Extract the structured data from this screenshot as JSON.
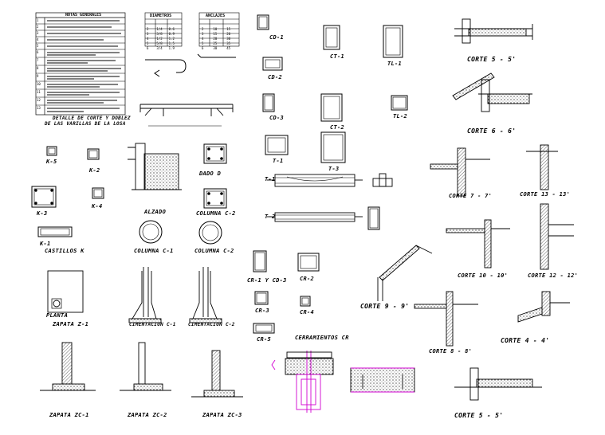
{
  "notes_table": {
    "title": "NOTAS GENERALES",
    "numbers": [
      "1",
      "2",
      "3",
      "4",
      "5",
      "6",
      "7",
      "8",
      "9",
      "10",
      "11",
      "12",
      "13"
    ]
  },
  "rebar_tables": {
    "left_header": "DIAMETROS",
    "right_header": "ANCLAJES",
    "left_rows": [
      [
        "2",
        "1/4",
        "0.6"
      ],
      [
        "3",
        "3/8",
        "0.9"
      ],
      [
        "4",
        "1/2",
        "1.2"
      ],
      [
        "5",
        "5/8",
        "1.5"
      ],
      [
        "6",
        "3/4",
        "1.9"
      ]
    ],
    "right_rows": [
      [
        "2",
        "10",
        "15"
      ],
      [
        "3",
        "15",
        "20"
      ],
      [
        "4",
        "20",
        "30"
      ],
      [
        "5",
        "25",
        "35"
      ],
      [
        "6",
        "30",
        "45"
      ]
    ]
  },
  "labels": {
    "hooks_title_1": "DETALLE DE CORTE Y DOBLEZ",
    "hooks_title_2": "DE LAS VARILLAS DE LA LOSA",
    "k1": "K-1",
    "k2": "K-2",
    "k3": "K-3",
    "k4": "K-4",
    "k5": "K-5",
    "castillos": "CASTILLOS K",
    "alzado": "ALZADO",
    "dado": "DADO D",
    "columna_c2a": "COLUMNA C-2",
    "columna_c1": "COLUMNA C-1",
    "columna_c2b": "COLUMNA C-2",
    "planta": "PLANTA",
    "zapata_z1": "ZAPATA Z-1",
    "cimentacion_c1": "CIMENTACION C-1",
    "cimentacion_c2": "CIMENTACION C-2",
    "zapata_zc1": "ZAPATA ZC-1",
    "zapata_zc2": "ZAPATA ZC-2",
    "zapata_zc3": "ZAPATA ZC-3",
    "cd1": "CD-1",
    "cd2": "CD-2",
    "cd3": "CD-3",
    "ct1": "CT-1",
    "ct2": "CT-2",
    "tl1": "TL-1",
    "tl2": "TL-2",
    "t1": "T-1",
    "t2": "T-2",
    "t3": "T-3",
    "cr1_cd3": "CR-1 Y CD-3",
    "cr2": "CR-2",
    "cr3": "CR-3",
    "cr4": "CR-4",
    "cr5": "CR-5",
    "cerramientos": "CERRAMIENTOS CR",
    "corte_5a": "CORTE 5 - 5'",
    "corte_6": "CORTE 6 - 6'",
    "corte_7": "CORTE 7 - 7'",
    "corte_13": "CORTE 13 - 13'",
    "corte_10": "CORTE 10 - 10'",
    "corte_12": "CORTE 12 - 12'",
    "corte_9": "CORTE 9 - 9'",
    "corte_8": "CORTE 8 - 8'",
    "corte_4": "CORTE 4 - 4'",
    "corte_5b": "CORTE 5 - 5'"
  }
}
